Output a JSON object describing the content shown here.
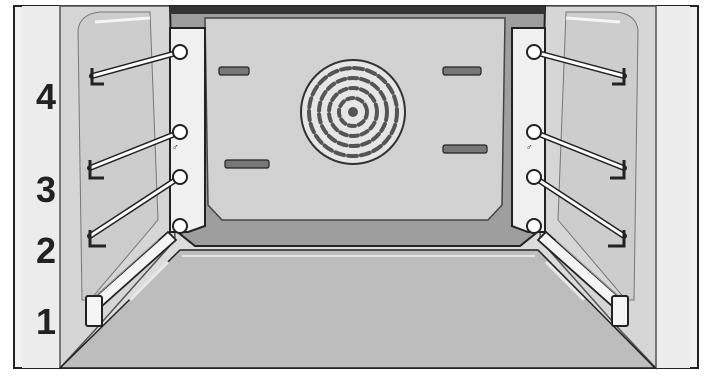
{
  "rack_levels": [
    {
      "label": "4"
    },
    {
      "label": "3"
    },
    {
      "label": "2"
    },
    {
      "label": "1"
    }
  ],
  "components": {
    "fan_icon": "circular-fan-grille-icon",
    "rail_icon": "wire-shelf-rail-icon",
    "bracket_icon": "rack-support-bracket-icon",
    "telescopic_icon": "telescopic-pull-out-rail-icon"
  },
  "colors": {
    "interior_gray": "#d4d4d4",
    "back_wall": "#cfcfcf",
    "floor": "#bdbdbd",
    "outline": "#222222",
    "frame": "#f4f4f4",
    "fan_slots": "#555555"
  }
}
